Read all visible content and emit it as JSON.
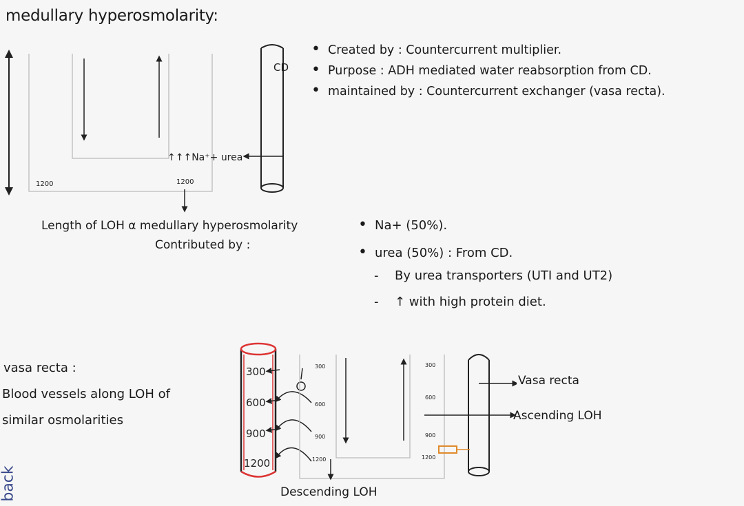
{
  "title": "medullary hyperosmolarity:",
  "top_bullets": [
    "Created by : Countercurrent multiplier.",
    "Purpose : ADH mediated water reabsorption from CD.",
    "maintained by : Countercurrent exchanger (vasa recta)."
  ],
  "diagram1": {
    "cd_label": "CD",
    "na_urea_label": "↑↑↑Na⁺+ urea",
    "osm_left": "1200",
    "osm_right": "1200"
  },
  "length_line": "Length of LOH α medullary hyperosmolarity",
  "contributed_by": "Contributed by :",
  "contrib_bullets": [
    "Na+ (50%).",
    "urea (50%) : From CD."
  ],
  "contrib_sub": [
    "By urea transporters (UTI and UT2)",
    "↑ with high protein diet."
  ],
  "vasa_recta": {
    "heading": "vasa recta :",
    "line1": "Blood vessels along LOH of",
    "line2": "similar osmolarities"
  },
  "back_label": "back",
  "diagram2": {
    "tube_values": [
      "300",
      "600",
      "900",
      "1200"
    ],
    "desc_values": [
      "300",
      "600",
      "900",
      "1200"
    ],
    "asc_values": [
      "300",
      "600",
      "900",
      "1200"
    ],
    "label_vasa_recta": "Vasa recta",
    "label_ascending": "Ascending LOH",
    "label_descending": "Descending LOH"
  }
}
